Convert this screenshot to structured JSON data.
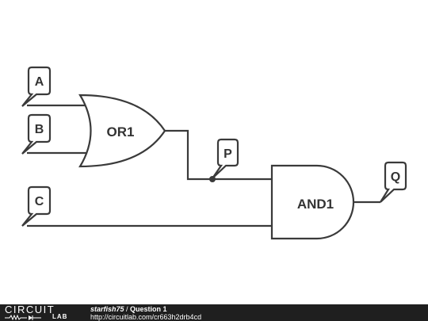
{
  "diagram": {
    "inputs": [
      {
        "id": "A",
        "label": "A"
      },
      {
        "id": "B",
        "label": "B"
      },
      {
        "id": "C",
        "label": "C"
      }
    ],
    "probe": {
      "id": "P",
      "label": "P"
    },
    "output": {
      "id": "Q",
      "label": "Q"
    },
    "gates": [
      {
        "id": "or1",
        "type": "OR",
        "label": "OR1",
        "inputs": [
          "A",
          "B"
        ],
        "output": "P"
      },
      {
        "id": "and1",
        "type": "AND",
        "label": "AND1",
        "inputs": [
          "P",
          "C"
        ],
        "output": "Q"
      }
    ],
    "colors": {
      "stroke": "#3a3a3a",
      "text": "#333333",
      "background": "#ffffff"
    }
  },
  "footer": {
    "logo_top": "CIRCUIT",
    "logo_bottom": "LAB",
    "author": "starfish75",
    "separator": " / ",
    "title": "Question 1",
    "url": "http://circuitlab.com/cr663h2drb4cd",
    "background": "#1f1f1f"
  }
}
